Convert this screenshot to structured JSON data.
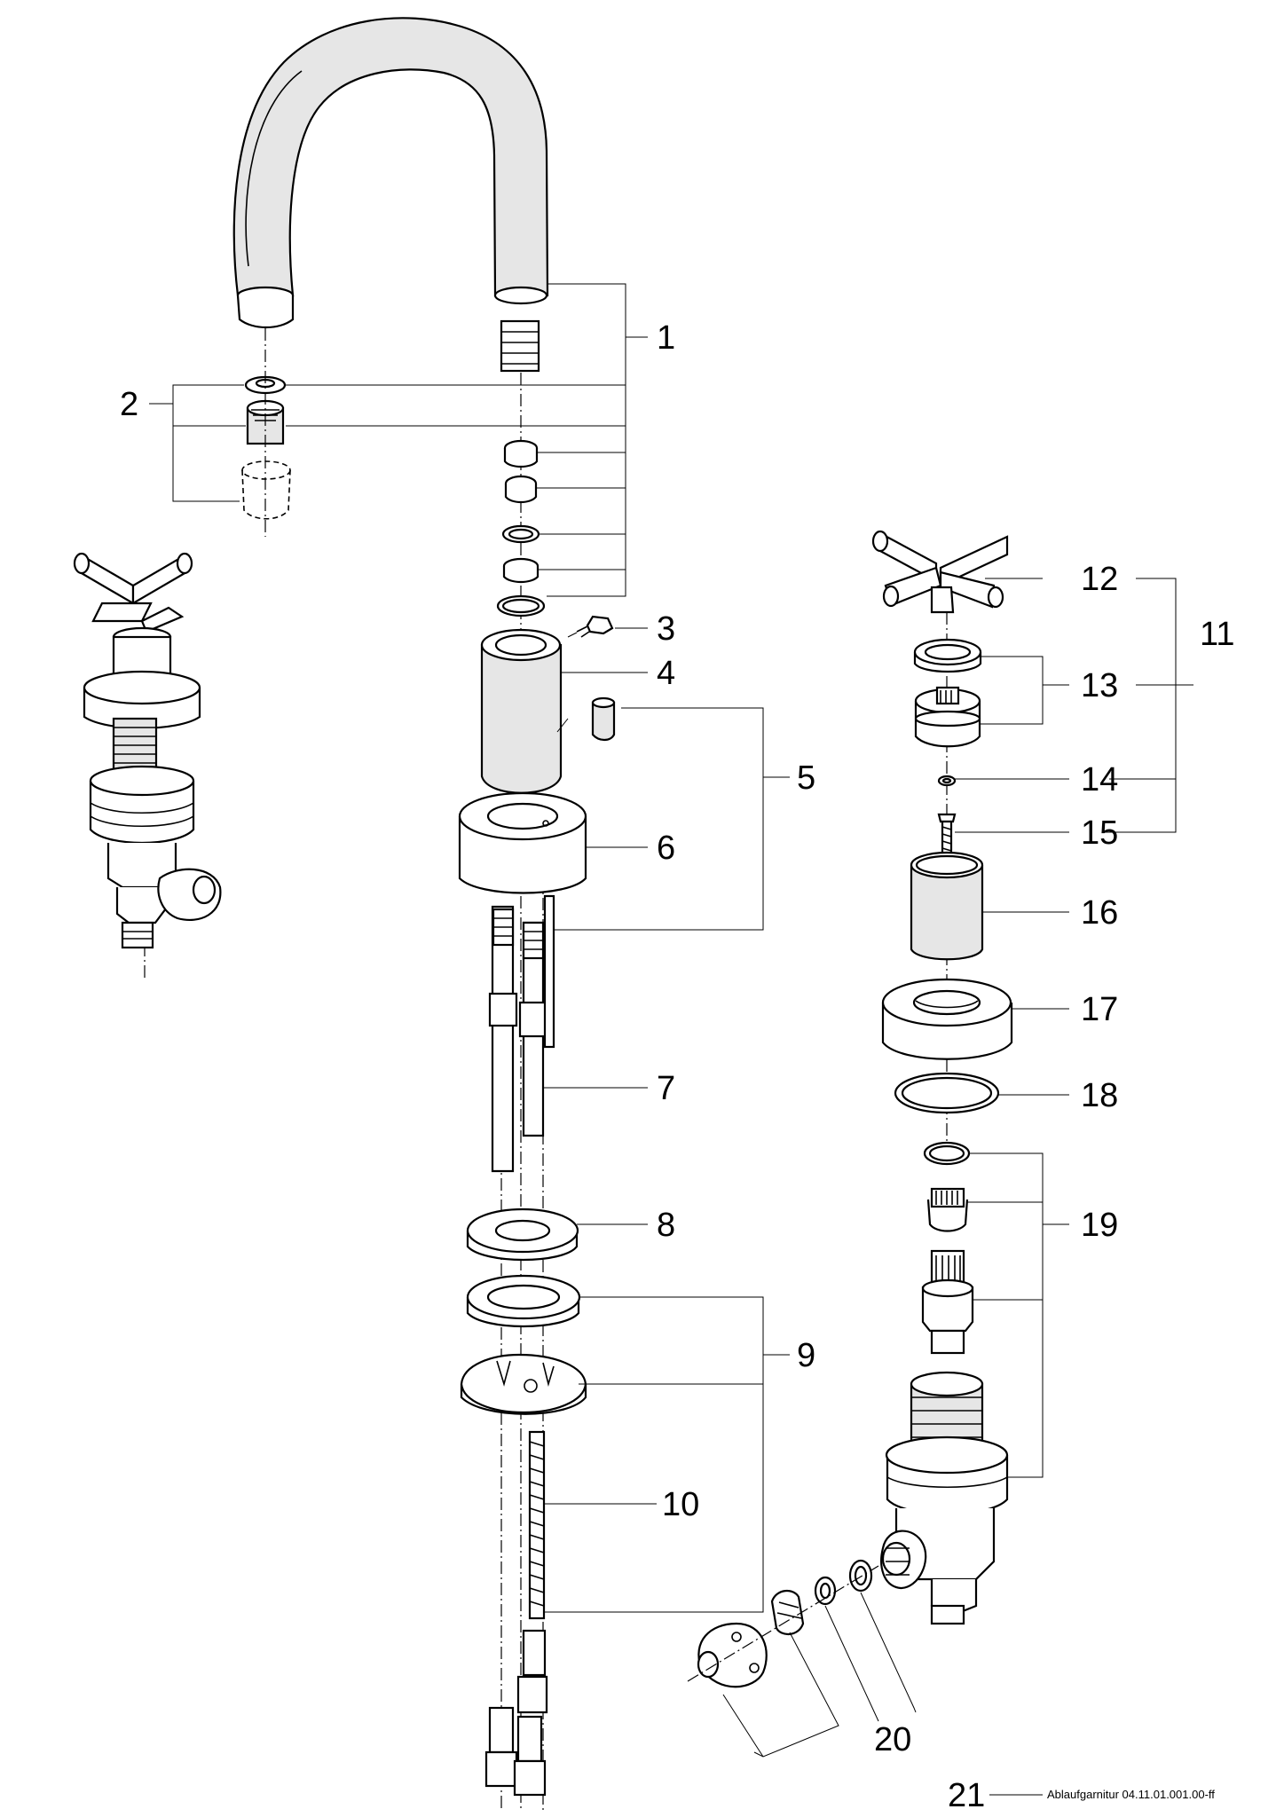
{
  "labels": {
    "n1": "1",
    "n2": "2",
    "n3": "3",
    "n4": "4",
    "n5": "5",
    "n6": "6",
    "n7": "7",
    "n8": "8",
    "n9": "9",
    "n10": "10",
    "n11": "11",
    "n12": "12",
    "n13": "13",
    "n14": "14",
    "n15": "15",
    "n16": "16",
    "n17": "17",
    "n18": "18",
    "n19": "19",
    "n20": "20",
    "n21": "21"
  },
  "note21": "Ablaufgarnitur 04.11.01.001.00-ff"
}
